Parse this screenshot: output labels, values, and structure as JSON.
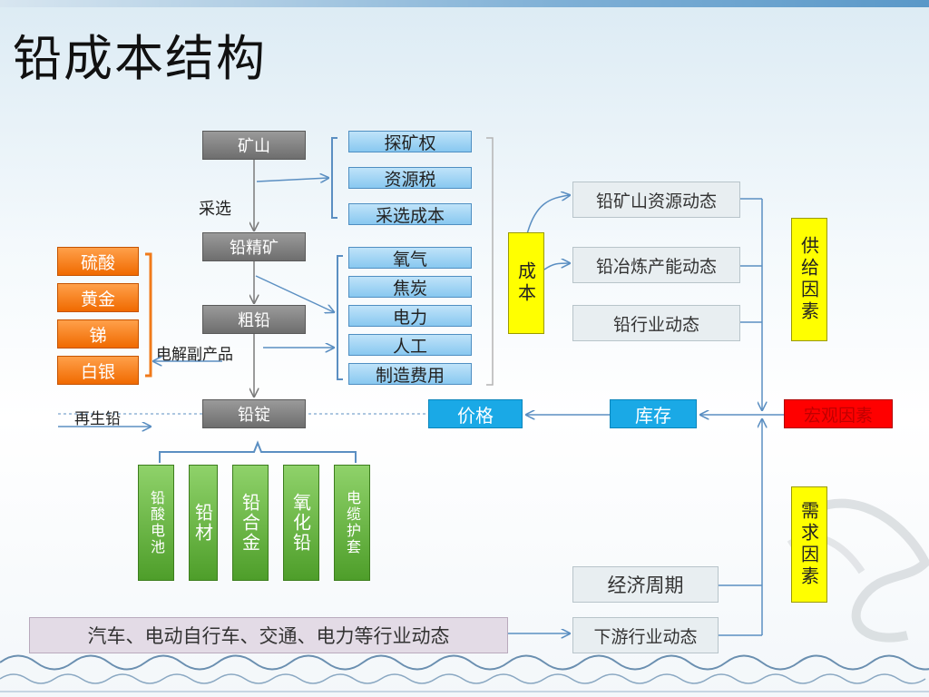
{
  "title": "铅成本结构",
  "flow": {
    "mine": "矿山",
    "concentrate": "铅精矿",
    "crude": "粗铅",
    "ingot": "铅锭"
  },
  "labels": {
    "beneficiation": "采选",
    "electrolysis": "电解副产品",
    "recycled": "再生铅"
  },
  "mining_costs": [
    "探矿权",
    "资源税",
    "采选成本"
  ],
  "smelting_costs": [
    "氧气",
    "焦炭",
    "电力",
    "人工",
    "制造费用"
  ],
  "byproducts": [
    "硫酸",
    "黄金",
    "锑",
    "白银"
  ],
  "products": [
    "铅酸电池",
    "铅材",
    "铅合金",
    "氧化铅",
    "电缆护套"
  ],
  "cost_box": "成本",
  "dynamics": [
    "铅矿山资源动态",
    "铅冶炼产能动态",
    "铅行业动态"
  ],
  "supply_factor": "供给因素",
  "demand_factor": "需求因素",
  "macro_factor": "宏观因素",
  "price": "价格",
  "inventory": "库存",
  "economic_cycle": "经济周期",
  "downstream": "下游行业动态",
  "industries": "汽车、电动自行车、交通、电力等行业动态"
}
